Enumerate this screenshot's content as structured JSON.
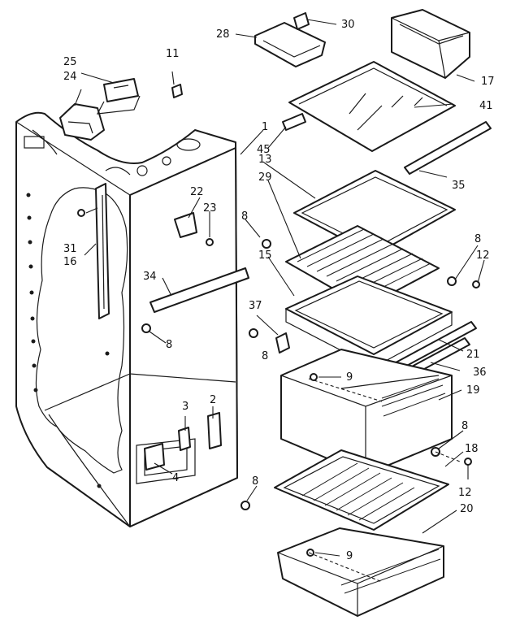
{
  "callouts": [
    {
      "id": "c1",
      "text": "1"
    },
    {
      "id": "c2",
      "text": "2"
    },
    {
      "id": "c3",
      "text": "3"
    },
    {
      "id": "c4",
      "text": "4"
    },
    {
      "id": "c8a",
      "text": "8"
    },
    {
      "id": "c8b",
      "text": "8"
    },
    {
      "id": "c8c",
      "text": "8"
    },
    {
      "id": "c8d",
      "text": "8"
    },
    {
      "id": "c8e",
      "text": "8"
    },
    {
      "id": "c8f",
      "text": "8"
    },
    {
      "id": "c9a",
      "text": "9"
    },
    {
      "id": "c9b",
      "text": "9"
    },
    {
      "id": "c11",
      "text": "11"
    },
    {
      "id": "c12a",
      "text": "12"
    },
    {
      "id": "c12b",
      "text": "12"
    },
    {
      "id": "c13",
      "text": "13"
    },
    {
      "id": "c15",
      "text": "15"
    },
    {
      "id": "c16",
      "text": "16"
    },
    {
      "id": "c17",
      "text": "17"
    },
    {
      "id": "c18",
      "text": "18"
    },
    {
      "id": "c19",
      "text": "19"
    },
    {
      "id": "c20",
      "text": "20"
    },
    {
      "id": "c21",
      "text": "21"
    },
    {
      "id": "c22",
      "text": "22"
    },
    {
      "id": "c23",
      "text": "23"
    },
    {
      "id": "c24",
      "text": "24"
    },
    {
      "id": "c25",
      "text": "25"
    },
    {
      "id": "c28",
      "text": "28"
    },
    {
      "id": "c29",
      "text": "29"
    },
    {
      "id": "c30",
      "text": "30"
    },
    {
      "id": "c31",
      "text": "31"
    },
    {
      "id": "c34",
      "text": "34"
    },
    {
      "id": "c35",
      "text": "35"
    },
    {
      "id": "c36",
      "text": "36"
    },
    {
      "id": "c37",
      "text": "37"
    },
    {
      "id": "c41",
      "text": "41"
    },
    {
      "id": "c45",
      "text": "45"
    }
  ],
  "colors": {
    "ink": "#1a1a1a",
    "paper": "#ffffff"
  }
}
